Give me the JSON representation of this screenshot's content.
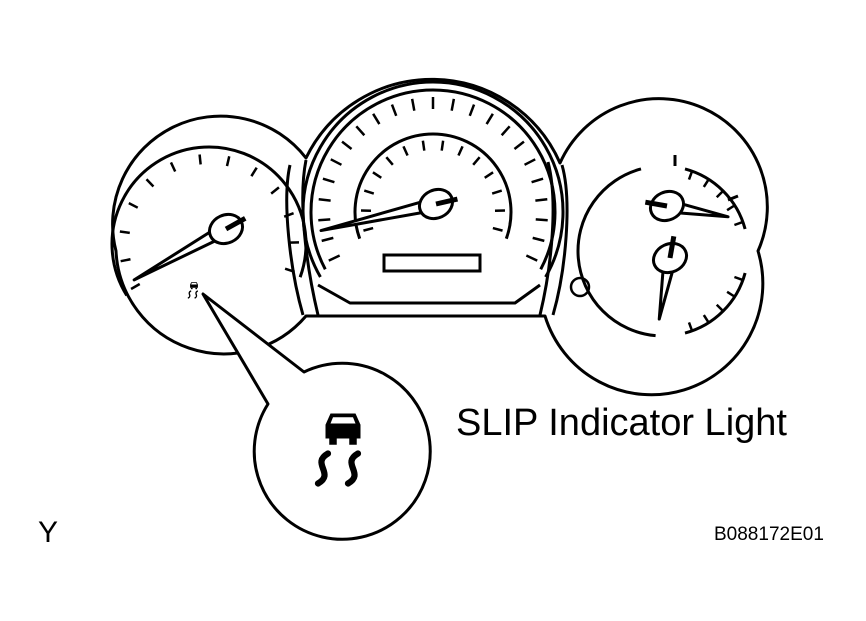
{
  "callout_label": "SLIP Indicator Light",
  "corner_mark": "Y",
  "figure_code": "B088172E01",
  "colors": {
    "line": "#000000",
    "background": "#ffffff"
  },
  "icons": [
    "slip-indicator-icon",
    "slip-indicator-icon-small"
  ]
}
